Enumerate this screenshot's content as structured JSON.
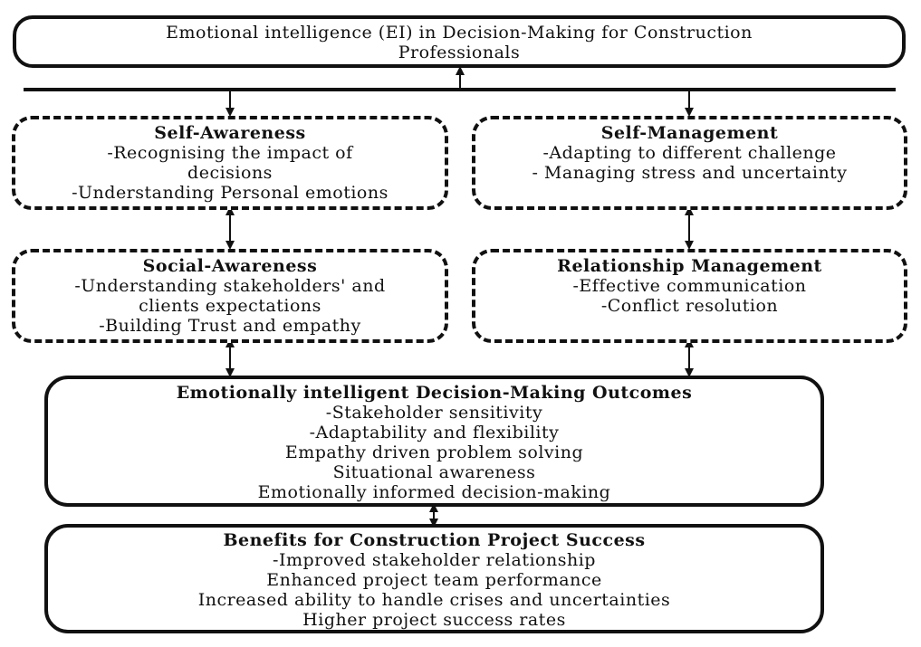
{
  "title_box": {
    "lines": [
      "Emotional intelligence (EI) in Decision-Making for Construction",
      "Professionals"
    ]
  },
  "self_awareness": {
    "heading": "Self-Awareness",
    "lines": [
      "-Recognising the impact of",
      "decisions",
      "-Understanding Personal emotions"
    ]
  },
  "self_management": {
    "heading": "Self-Management",
    "lines": [
      "-Adapting to different challenge",
      "- Managing stress and uncertainty"
    ]
  },
  "social_awareness": {
    "heading": "Social-Awareness",
    "lines": [
      "-Understanding stakeholders' and",
      "clients expectations",
      "-Building Trust and empathy"
    ]
  },
  "relationship_management": {
    "heading": "Relationship Management",
    "lines": [
      "-Effective communication",
      "-Conflict resolution"
    ]
  },
  "outcomes": {
    "heading": "Emotionally intelligent Decision-Making Outcomes",
    "lines": [
      "-Stakeholder sensitivity",
      "-Adaptability and flexibility",
      "Empathy driven problem solving",
      "Situational awareness",
      "Emotionally informed decision-making"
    ]
  },
  "benefits": {
    "heading": "Benefits for Construction Project Success",
    "lines": [
      "-Improved stakeholder relationship",
      "Enhanced project team performance",
      "Increased ability to handle crises and uncertainties",
      "Higher project success rates"
    ]
  }
}
